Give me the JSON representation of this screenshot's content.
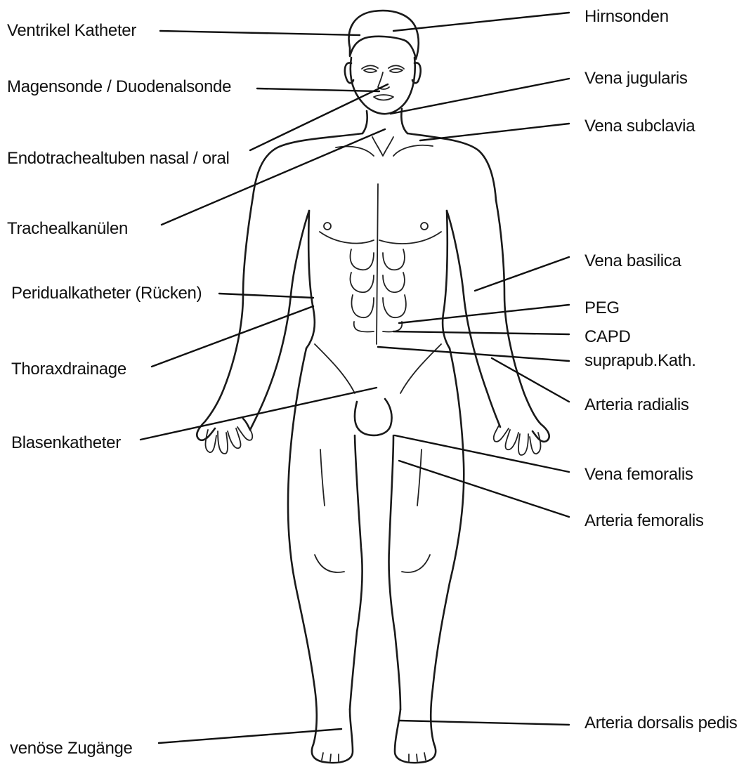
{
  "labels": {
    "left": {
      "ventrikel": "Ventrikel Katheter",
      "magensonde": "Magensonde / Duodenalsonde",
      "endotracheal": "Endotrachealtuben nasal / oral",
      "trachealkanuelen": "Trachealkanülen",
      "peridual": "Peridualkatheter (Rücken)",
      "thorax": "Thoraxdrainage",
      "blasen": "Blasenkatheter",
      "venoese": "venöse Zugänge"
    },
    "right": {
      "hirnsonden": "Hirnsonden",
      "jugularis": "Vena jugularis",
      "subclavia": "Vena subclavia",
      "basilica": "Vena basilica",
      "peg": "PEG",
      "capd": "CAPD",
      "suprapub": "suprapub.Kath.",
      "radialis": "Arteria radialis",
      "vena_femoralis": "Vena femoralis",
      "arteria_femoralis": "Arteria femoralis",
      "dorsalis": "Arteria dorsalis pedis"
    }
  },
  "colors": {
    "line": "#1a1a1a",
    "text": "#111111",
    "background": "#ffffff"
  }
}
